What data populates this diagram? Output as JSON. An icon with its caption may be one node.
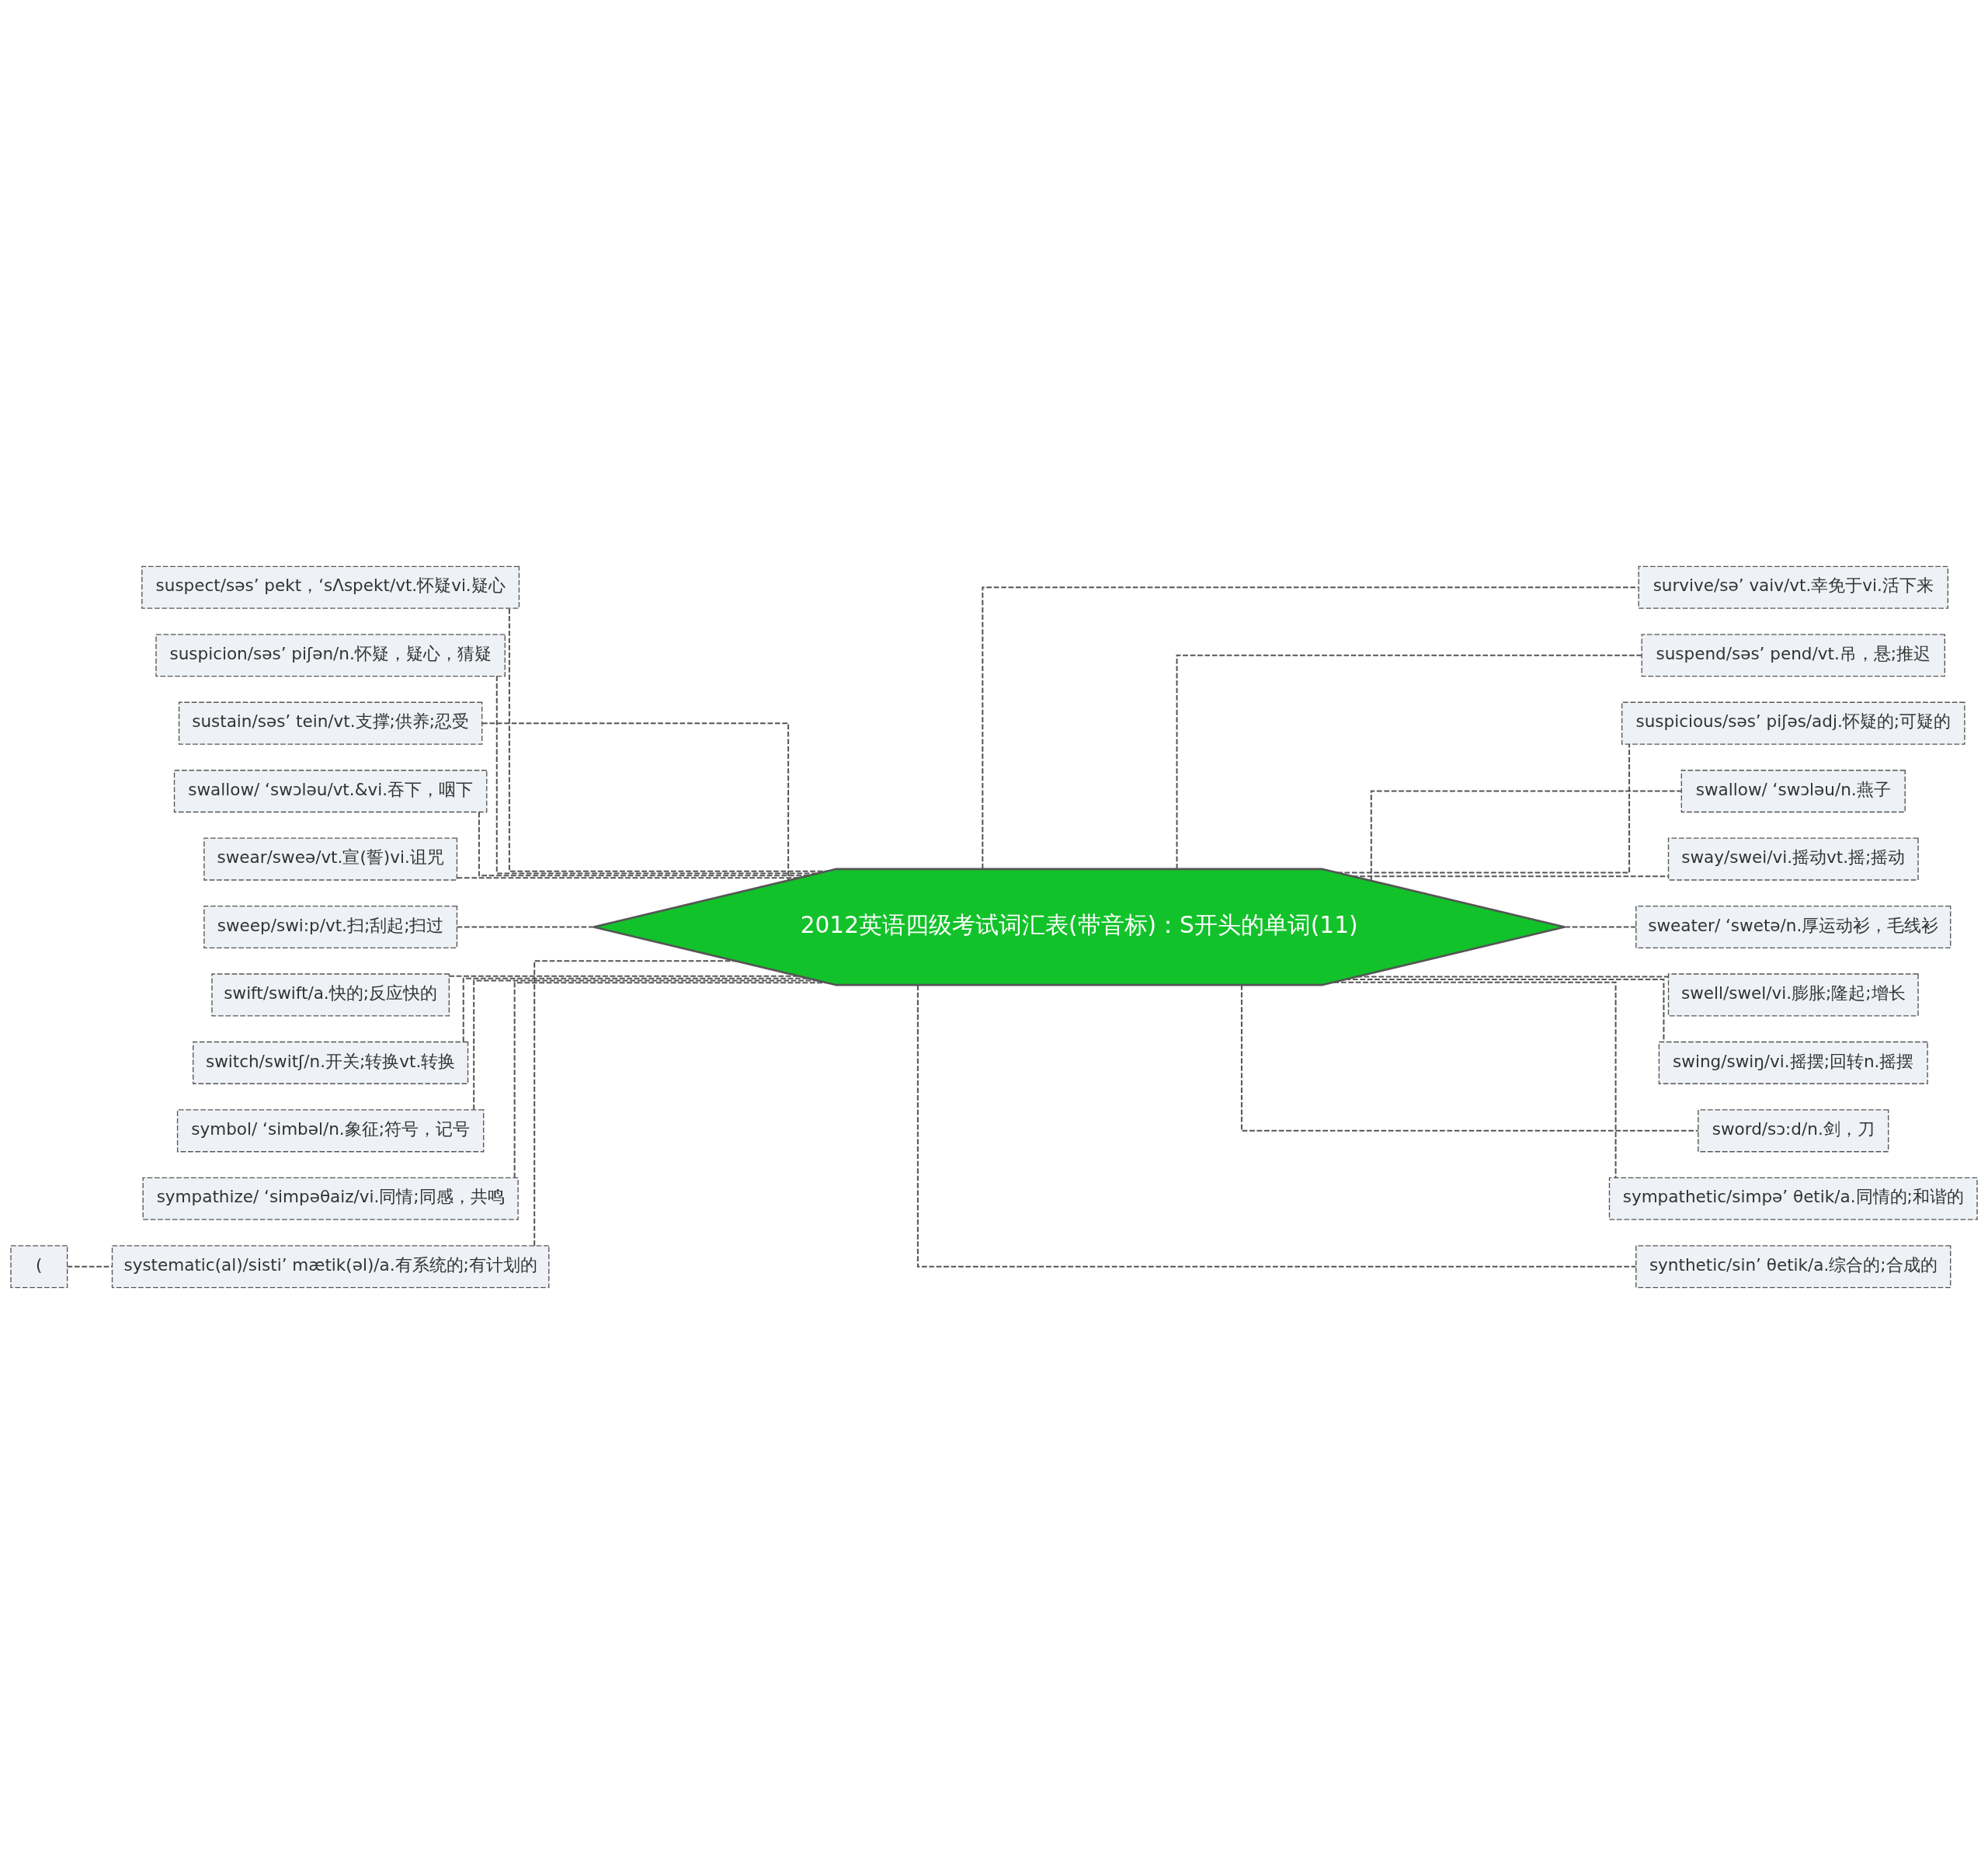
{
  "diagram": {
    "nodes": [
      {
        "text": [
          "2012英语四级考试词汇表(带音标)：S开头的单词(11)"
        ]
      },
      {
        "text": [
          "suspect/səs’ pekt，‘sΛspekt/vt.怀疑vi.疑心"
        ]
      },
      {
        "text": [
          "suspicion/səs’ piʃən/n.怀疑，疑心，猜疑"
        ]
      },
      {
        "text": [
          "sustain/səs’ tein/vt.支撑;供养;忍受"
        ]
      },
      {
        "text": [
          "swallow/ ‘swɔləu/vt.&vi.吞下，咽下"
        ]
      },
      {
        "text": [
          "swear/sweə/vt.宣(誓)vi.诅咒"
        ]
      },
      {
        "text": [
          "sweep/swi:p/vt.扫;刮起;扫过"
        ]
      },
      {
        "text": [
          "swift/swift/a.快的;反应快的"
        ]
      },
      {
        "text": [
          "switch/switʃ/n.开关;转换vt.转换"
        ]
      },
      {
        "text": [
          "symbol/ ‘simbəl/n.象征;符号，记号"
        ]
      },
      {
        "text": [
          "sympathize/ ‘simpəθaiz/vi.同情;同感，共鸣"
        ]
      },
      {
        "text": [
          "systematic(al)/sisti’ mætik(əl)/a.有系统的;有计划的"
        ]
      },
      {
        "text": [
          "("
        ]
      },
      {
        "text": [
          "survive/sə’ vaiv/vt.幸免于vi.活下来"
        ]
      },
      {
        "text": [
          "suspend/səs’ pend/vt.吊，悬;推迟"
        ]
      },
      {
        "text": [
          "suspicious/səs’ piʃəs/adj.怀疑的;可疑的"
        ]
      },
      {
        "text": [
          "swallow/ ‘swɔləu/n.燕子"
        ]
      },
      {
        "text": [
          "sway/swei/vi.摇动vt.摇;摇动"
        ]
      },
      {
        "text": [
          "sweater/ ‘swetə/n.厚运动衫，毛线衫"
        ]
      },
      {
        "text": [
          "swell/swel/vi.膨胀;隆起;增长"
        ]
      },
      {
        "text": [
          "swing/swiŋ/vi.摇摆;回转n.摇摆"
        ]
      },
      {
        "text": [
          "sword/sɔ:d/n.剑，刀"
        ]
      },
      {
        "text": [
          "sympathetic/simpə’ θetik/a.同情的;和谐的"
        ]
      },
      {
        "text": [
          "synthetic/sin’ θetik/a.综合的;合成的"
        ]
      }
    ],
    "edges": [
      {
        "from": 0,
        "to": 1,
        "arrow": "none"
      },
      {
        "from": 0,
        "to": 2,
        "arrow": "none"
      },
      {
        "from": 0,
        "to": 3,
        "arrow": "none"
      },
      {
        "from": 0,
        "to": 4,
        "arrow": "none"
      },
      {
        "from": 0,
        "to": 5,
        "arrow": "none"
      },
      {
        "from": 0,
        "to": 6,
        "arrow": "none"
      },
      {
        "from": 0,
        "to": 7,
        "arrow": "none"
      },
      {
        "from": 0,
        "to": 8,
        "arrow": "none"
      },
      {
        "from": 0,
        "to": 9,
        "arrow": "none"
      },
      {
        "from": 0,
        "to": 10,
        "arrow": "none"
      },
      {
        "from": 0,
        "to": 11,
        "arrow": "none"
      },
      {
        "from": 11,
        "to": 12,
        "arrow": "none"
      },
      {
        "from": 0,
        "to": 13,
        "arrow": "none"
      },
      {
        "from": 0,
        "to": 14,
        "arrow": "none"
      },
      {
        "from": 0,
        "to": 15,
        "arrow": "none"
      },
      {
        "from": 0,
        "to": 16,
        "arrow": "none"
      },
      {
        "from": 0,
        "to": 17,
        "arrow": "none"
      },
      {
        "from": 0,
        "to": 18,
        "arrow": "none"
      },
      {
        "from": 0,
        "to": 19,
        "arrow": "none"
      },
      {
        "from": 0,
        "to": 20,
        "arrow": "none"
      },
      {
        "from": 0,
        "to": 21,
        "arrow": "none"
      },
      {
        "from": 0,
        "to": 22,
        "arrow": "none"
      },
      {
        "from": 0,
        "to": 23,
        "arrow": "none"
      }
    ]
  }
}
